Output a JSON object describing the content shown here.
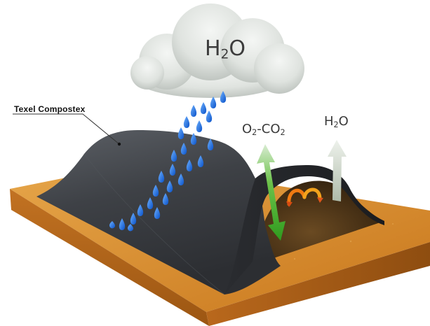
{
  "labels": {
    "product": "Texel Compostex"
  },
  "cloud": {
    "formula_main": "H",
    "formula_sub": "2",
    "formula_tail": "O"
  },
  "gas_exchange": {
    "o_main": "O",
    "o_sub": "2",
    "dash": "-",
    "c_main": "CO",
    "c_sub": "2"
  },
  "vapor": {
    "formula_main": "H",
    "formula_sub": "2",
    "formula_tail": "O"
  },
  "colors": {
    "ground": "#d98a2a",
    "cover": "#3c3f44",
    "compost": "#4a3318",
    "rain": "#1f6fe0",
    "gas_arrow": "#3fae2a",
    "vapor_arrow": "#c9d4c6",
    "heat_arrow": "#f07a12"
  }
}
